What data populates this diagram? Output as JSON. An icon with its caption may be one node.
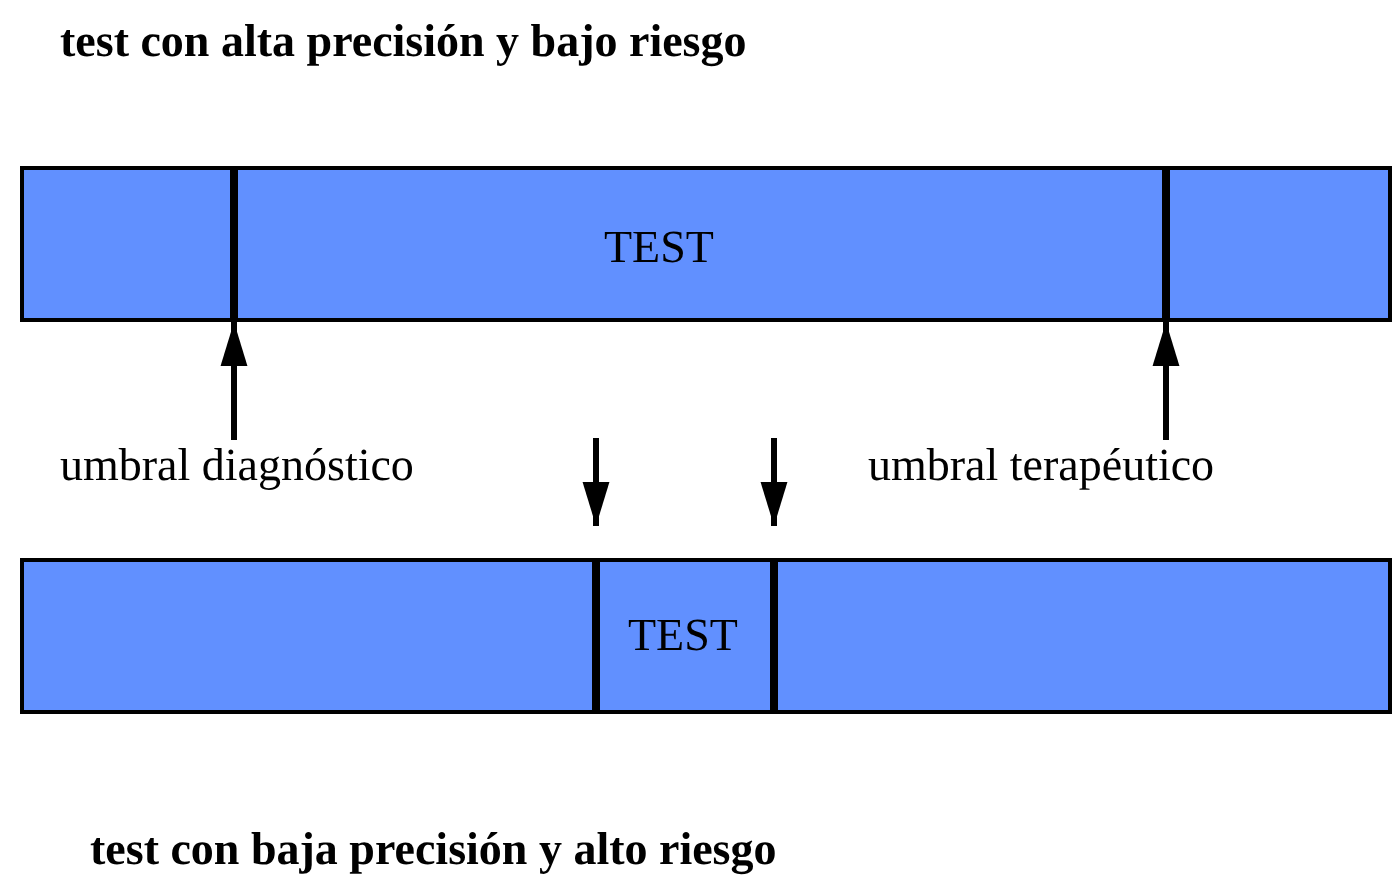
{
  "diagram": {
    "title": "test con alta precisión y bajo riesgo",
    "nodes": [
      {
        "text": [
          "TEST"
        ]
      },
      {
        "text": [],
        "shape": "bar",
        "in": 0
      },
      {
        "text": [],
        "shape": "bar",
        "in": 0
      },
      {
        "text": [
          "umbral diagnóstico"
        ]
      },
      {
        "text": [
          "umbral terapéutico"
        ]
      },
      {
        "text": [
          "TEST"
        ]
      },
      {
        "text": [],
        "shape": "bar",
        "in": 5
      },
      {
        "text": [],
        "shape": "bar",
        "in": 5
      }
    ],
    "edges": [
      {
        "from": 3,
        "to": 1,
        "arrow": "to"
      },
      {
        "from": 4,
        "to": 2,
        "arrow": "to"
      },
      {
        "from": null,
        "to": 6,
        "arrow": "to"
      },
      {
        "from": null,
        "to": 7,
        "arrow": "to"
      }
    ],
    "labels": [
      "test con baja precisión y alto riesgo"
    ]
  }
}
